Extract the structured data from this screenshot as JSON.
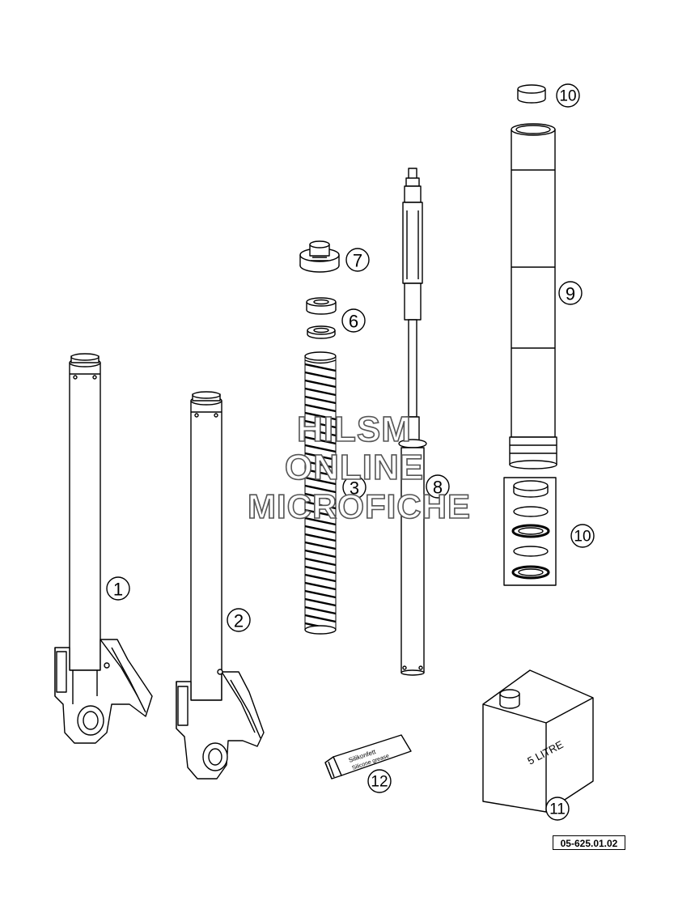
{
  "callouts": [
    {
      "id": "1",
      "label": "1"
    },
    {
      "id": "2",
      "label": "2"
    },
    {
      "id": "3",
      "label": "3"
    },
    {
      "id": "6",
      "label": "6"
    },
    {
      "id": "7",
      "label": "7"
    },
    {
      "id": "8",
      "label": "8"
    },
    {
      "id": "9",
      "label": "9"
    },
    {
      "id": "10a",
      "label": "10"
    },
    {
      "id": "10b",
      "label": "10"
    },
    {
      "id": "11",
      "label": "11"
    },
    {
      "id": "12",
      "label": "12"
    }
  ],
  "can_text": "5 LITRE",
  "tube_text": [
    "Silikonfett",
    "Silicone grease"
  ],
  "watermark": [
    "HILSM",
    "ONLINE",
    "MICROFICHE"
  ],
  "part_number": "05-625.01.02"
}
